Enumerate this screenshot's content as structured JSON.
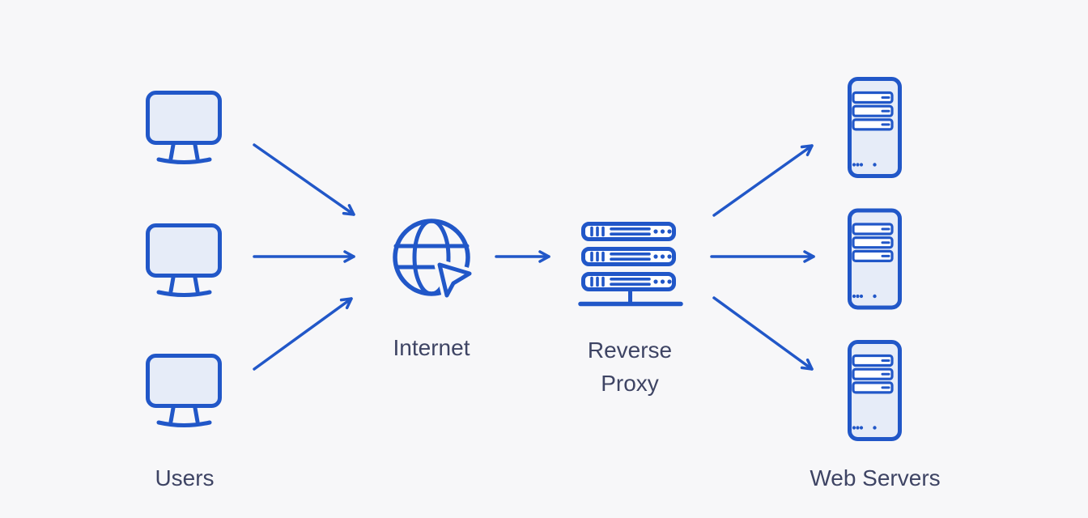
{
  "colors": {
    "background": "#F7F7F9",
    "stroke_blue": "#2157C8",
    "fill_light_blue": "#E6ECF8",
    "fill_white": "#FFFFFF",
    "text": "#3E4464"
  },
  "labels": {
    "users": "Users",
    "internet": "Internet",
    "reverse_proxy": "Reverse Proxy",
    "web_servers": "Web Servers"
  },
  "diagram": {
    "type": "architecture-flow",
    "nodes": [
      {
        "id": "users",
        "label": "Users",
        "icon": "monitor-icon",
        "instances": 3
      },
      {
        "id": "internet",
        "label": "Internet",
        "icon": "globe-pointer-icon",
        "instances": 1
      },
      {
        "id": "reverse-proxy",
        "label": "Reverse Proxy",
        "icon": "server-rack-icon",
        "instances": 1
      },
      {
        "id": "web-servers",
        "label": "Web Servers",
        "icon": "server-tower-icon",
        "instances": 3
      }
    ],
    "edges": [
      {
        "from": "user-1",
        "to": "internet"
      },
      {
        "from": "user-2",
        "to": "internet"
      },
      {
        "from": "user-3",
        "to": "internet"
      },
      {
        "from": "internet",
        "to": "reverse-proxy"
      },
      {
        "from": "reverse-proxy",
        "to": "web-server-1"
      },
      {
        "from": "reverse-proxy",
        "to": "web-server-2"
      },
      {
        "from": "reverse-proxy",
        "to": "web-server-3"
      }
    ]
  }
}
